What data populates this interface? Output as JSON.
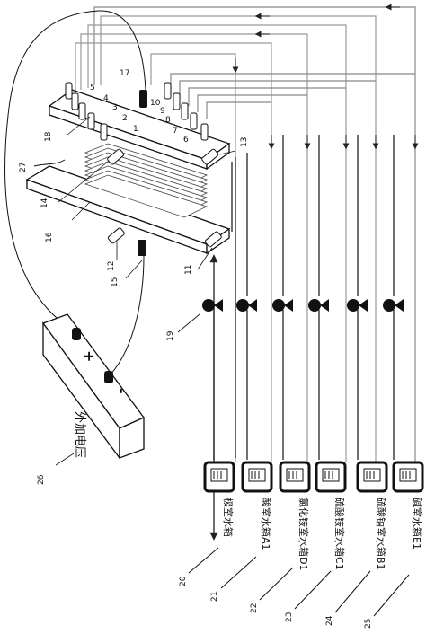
{
  "components": {
    "battery": {
      "label": "外加电压",
      "plus": "+",
      "minus": "-",
      "number": "26"
    },
    "lead_number": "27",
    "stack": {
      "top_plate": "18",
      "bottom_plate": "16",
      "membranes": "14",
      "left_port_bottom": "12",
      "right_port_bottom": "11",
      "electrode_terminal": "15",
      "right_port_top": "13"
    },
    "pins_left": [
      "5",
      "4",
      "3",
      "2",
      "1"
    ],
    "pin_17": "17",
    "pins_right": [
      "10",
      "9",
      "8",
      "7",
      "6"
    ],
    "pump": "19"
  },
  "tanks": [
    {
      "number": "20",
      "label": "极室水箱"
    },
    {
      "number": "21",
      "label": "酸室水箱A1"
    },
    {
      "number": "22",
      "label": "氯化铵室水箱D1"
    },
    {
      "number": "23",
      "label": "硫酸铵室水箱C1"
    },
    {
      "number": "24",
      "label": "硫酸钠室水箱B1"
    },
    {
      "number": "25",
      "label": "碱室水箱E1"
    }
  ]
}
